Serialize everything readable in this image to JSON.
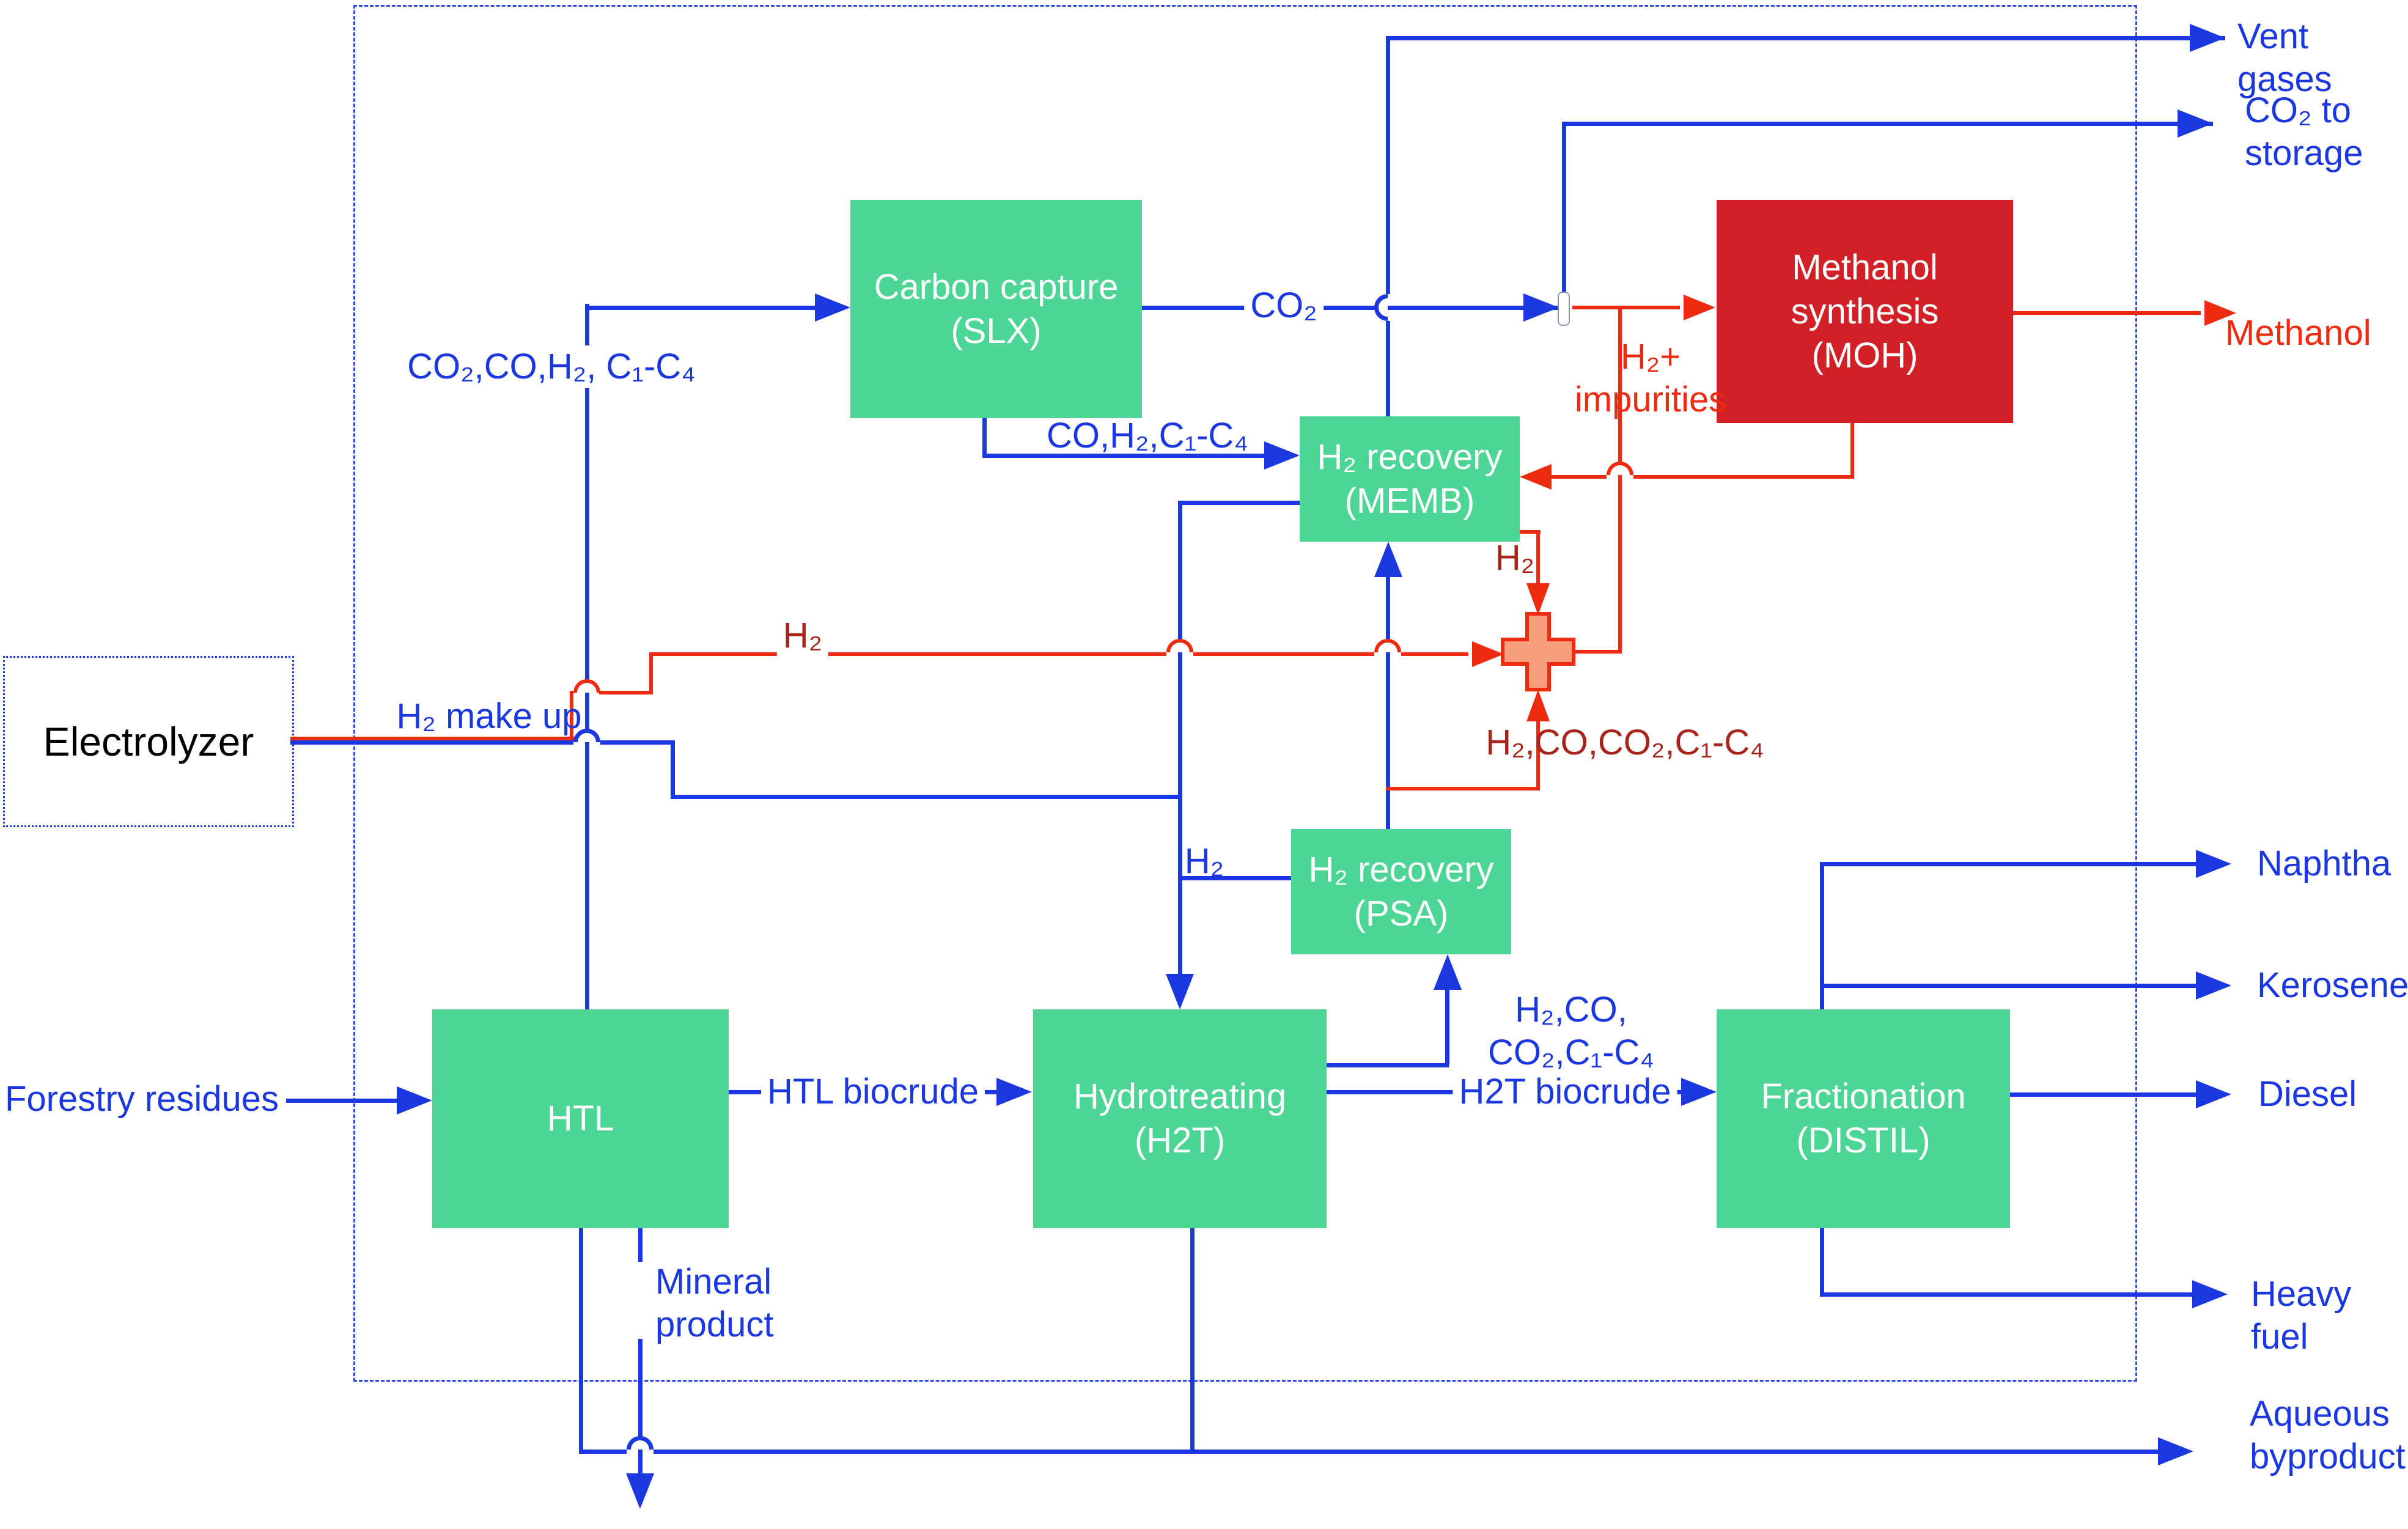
{
  "diagram": {
    "units": {
      "electrolyzer": "Electrolyzer",
      "carbon_capture": "Carbon capture\n(SLX)",
      "methanol_synthesis": "Methanol\nsynthesis\n(MOH)",
      "h2_recovery_memb": "H₂ recovery\n(MEMB)",
      "h2_recovery_psa": "H₂ recovery\n(PSA)",
      "htl": "HTL",
      "hydrotreating": "Hydrotreating\n(H2T)",
      "fractionation": "Fractionation\n(DISTIL)"
    },
    "streams": {
      "htl_offgas": "CO₂,CO,H₂, C₁-C₄",
      "co2": "CO₂",
      "slx_offgas": "CO,H₂,C₁-C₄",
      "h2_makeup": "H₂ make up",
      "h2_long": "H₂",
      "h2_plus_impurities": "H₂+\nimpurities",
      "h2_from_memb": "H₂",
      "mixer_inlet": "H₂,CO,CO₂,C₁-C₄",
      "h2_from_psa": "H₂",
      "h2t_offgas": "H₂,CO,\nCO₂,C₁-C₄",
      "htl_biocrude": "HTL biocrude",
      "h2t_biocrude": "H2T biocrude"
    },
    "inputs": {
      "forestry_residues": "Forestry residues"
    },
    "outputs": {
      "vent_gases": "Vent gases",
      "co2_storage": "CO₂ to\nstorage",
      "methanol": "Methanol",
      "naphtha": "Naphtha",
      "kerosene": "Kerosene",
      "diesel": "Diesel",
      "heavy_fuel": "Heavy fuel",
      "aqueous_byproduct": "Aqueous\nbyproduct",
      "mineral_product": "Mineral\nproduct"
    },
    "colors": {
      "line_blue": "#1b38e0",
      "line_red": "#ee2a11",
      "text_maroon": "#a8241a",
      "box_green": "#4dd596",
      "box_red": "#d32026",
      "mixer_fill": "#f69e7d",
      "border_dash": "#2a49e8"
    }
  }
}
